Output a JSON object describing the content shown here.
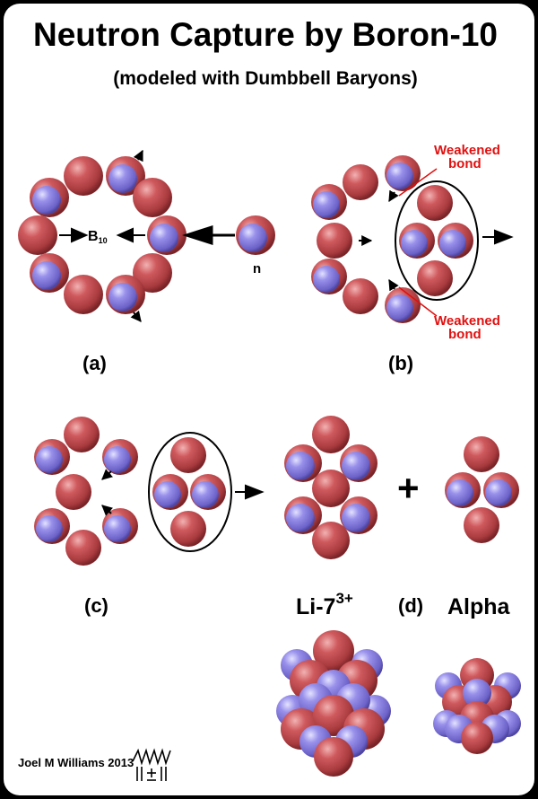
{
  "title": "Neutron Capture by Boron-10",
  "subtitle": "(modeled with Dumbbell Baryons)",
  "labels": {
    "boron_main": "B",
    "boron_sub": "10",
    "neutron": "n",
    "panel_a": "(a)",
    "panel_b": "(b)",
    "panel_c": "(c)",
    "panel_d": "(d)",
    "li7_main": "Li-7",
    "li7_sup": "3+",
    "alpha": "Alpha",
    "plus": "+",
    "weakened_top_1": "Weakened",
    "weakened_top_2": "bond",
    "weakened_bottom_1": "Weakened",
    "weakened_bottom_2": "bond"
  },
  "credit": "Joel M Williams 2013",
  "colors": {
    "proton": "#c0484c",
    "neutron_core": "#8a80e0",
    "background": "#ffffff",
    "frame": "#000000",
    "annotation": "#e01010"
  }
}
